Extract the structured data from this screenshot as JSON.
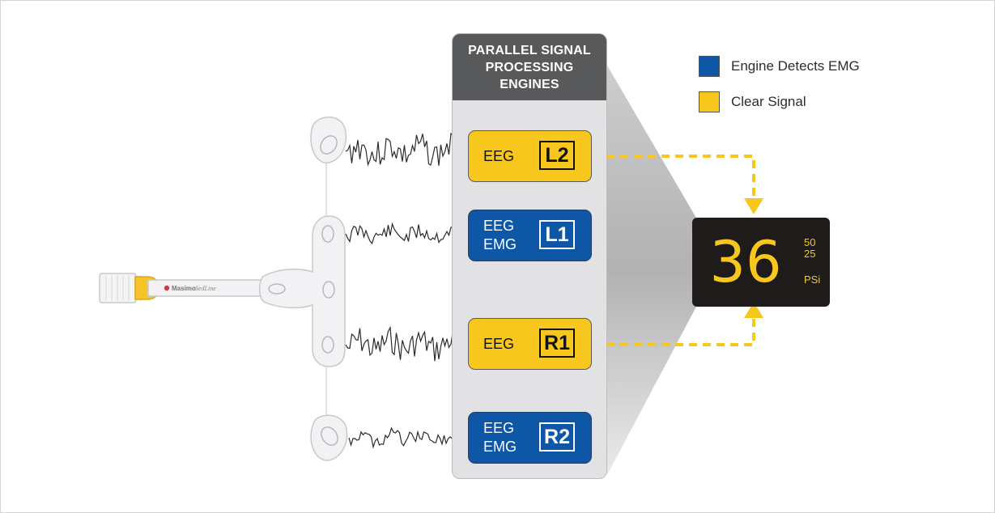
{
  "panel": {
    "title": "PARALLEL SIGNAL PROCESSING ENGINES"
  },
  "legend": [
    {
      "label": "Engine Detects EMG",
      "color": "#0e56a6"
    },
    {
      "label": "Clear Signal",
      "color": "#f7c71d"
    }
  ],
  "engines": [
    {
      "id": "L2",
      "labels": [
        "EEG"
      ],
      "state": "clear"
    },
    {
      "id": "L1",
      "labels": [
        "EEG",
        "EMG"
      ],
      "state": "emg"
    },
    {
      "id": "R1",
      "labels": [
        "EEG"
      ],
      "state": "clear"
    },
    {
      "id": "R2",
      "labels": [
        "EEG",
        "EMG"
      ],
      "state": "emg"
    }
  ],
  "monitor": {
    "value": "36",
    "scale_high": "50",
    "scale_low": "25",
    "unit": "PSi"
  },
  "sensor": {
    "brand": "Masimo",
    "product": "SedLine"
  },
  "colors": {
    "yellow": "#f7c71d",
    "blue": "#0e56a6",
    "header": "#58595b",
    "monitor": "#1e1b1a"
  }
}
